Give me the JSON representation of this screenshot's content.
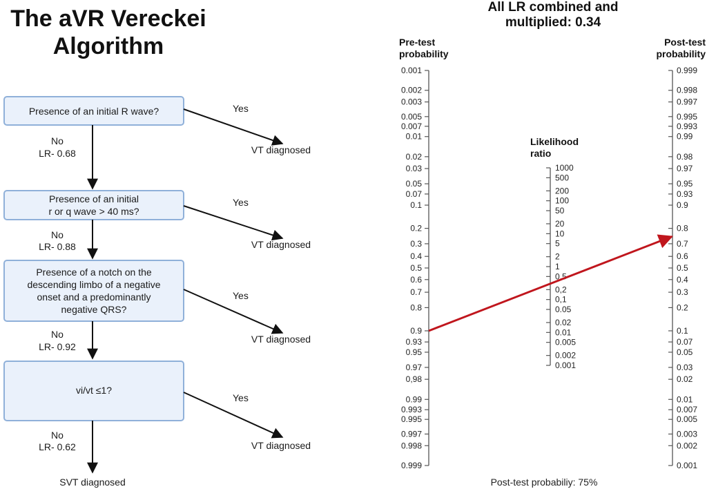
{
  "flowchart": {
    "title_lines": [
      "The aVR Vereckei",
      "Algorithm"
    ],
    "steps": [
      {
        "question_lines": [
          "Presence of an initial R wave?"
        ],
        "yes_label": "Yes",
        "yes_outcome": "VT diagnosed",
        "no_label": "No",
        "lr_label": "LR- 0.68"
      },
      {
        "question_lines": [
          "Presence of an initial",
          "r or q wave > 40 ms?"
        ],
        "yes_label": "Yes",
        "yes_outcome": "VT diagnosed",
        "no_label": "No",
        "lr_label": "LR- 0.88"
      },
      {
        "question_lines": [
          "Presence of a notch on the",
          "descending limbo of a negative",
          "onset and a predominantly",
          "negative QRS?"
        ],
        "yes_label": "Yes",
        "yes_outcome": "VT diagnosed",
        "no_label": "No",
        "lr_label": "LR- 0.92"
      },
      {
        "question_lines": [
          "vi/vt ≤1?"
        ],
        "yes_label": "Yes",
        "yes_outcome": "VT diagnosed",
        "no_label": "No",
        "lr_label": "LR- 0.62"
      }
    ],
    "final_outcome": "SVT diagnosed"
  },
  "nomogram": {
    "title_lines": [
      "All LR combined and",
      "multiplied: 0.34"
    ],
    "pretest_title_lines": [
      "Pre-test",
      "probability"
    ],
    "lr_title_lines": [
      "Likelihood",
      "ratio"
    ],
    "posttest_title_lines": [
      "Post-test",
      "probability"
    ],
    "pretest_ticks": [
      "0.001",
      "0.002",
      "0.003",
      "0.005",
      "0.007",
      "0.01",
      "0.02",
      "0.03",
      "0.05",
      "0.07",
      "0.1",
      "0.2",
      "0.3",
      "0.4",
      "0.5",
      "0.6",
      "0.7",
      "0.8",
      "0.9",
      "0.93",
      "0.95",
      "0.97",
      "0,98",
      "0.99",
      "0.993",
      "0.995",
      "0.997",
      "0.998",
      "0.999"
    ],
    "lr_ticks": [
      "1000",
      "500",
      "200",
      "100",
      "50",
      "20",
      "10",
      "5",
      "2",
      "1",
      "0,5",
      "0,2",
      "0,1",
      "0.05",
      "0.02",
      "0.01",
      "0.005",
      "0.002",
      "0.001"
    ],
    "posttest_ticks": [
      "0.999",
      "0.998",
      "0.997",
      "0.995",
      "0.993",
      "0.99",
      "0.98",
      "0.97",
      "0.95",
      "0.93",
      "0.9",
      "0.8",
      "0.7",
      "0.6",
      "0.5",
      "0.4",
      "0.3",
      "0.2",
      "0.1",
      "0.07",
      "0.05",
      "0.03",
      "0.02",
      "0.01",
      "0.007",
      "0.005",
      "0.003",
      "0.002",
      "0.001"
    ],
    "pretest_probability": 0.9,
    "combined_lr": 0.34,
    "posttest_probability": 0.75,
    "line_color": "#c0161d",
    "result_text": "Post-test probabiliy: 75%"
  },
  "colors": {
    "box_fill": "#eaf1fb",
    "box_stroke": "#8fb0d9",
    "arrow": "#111111"
  }
}
